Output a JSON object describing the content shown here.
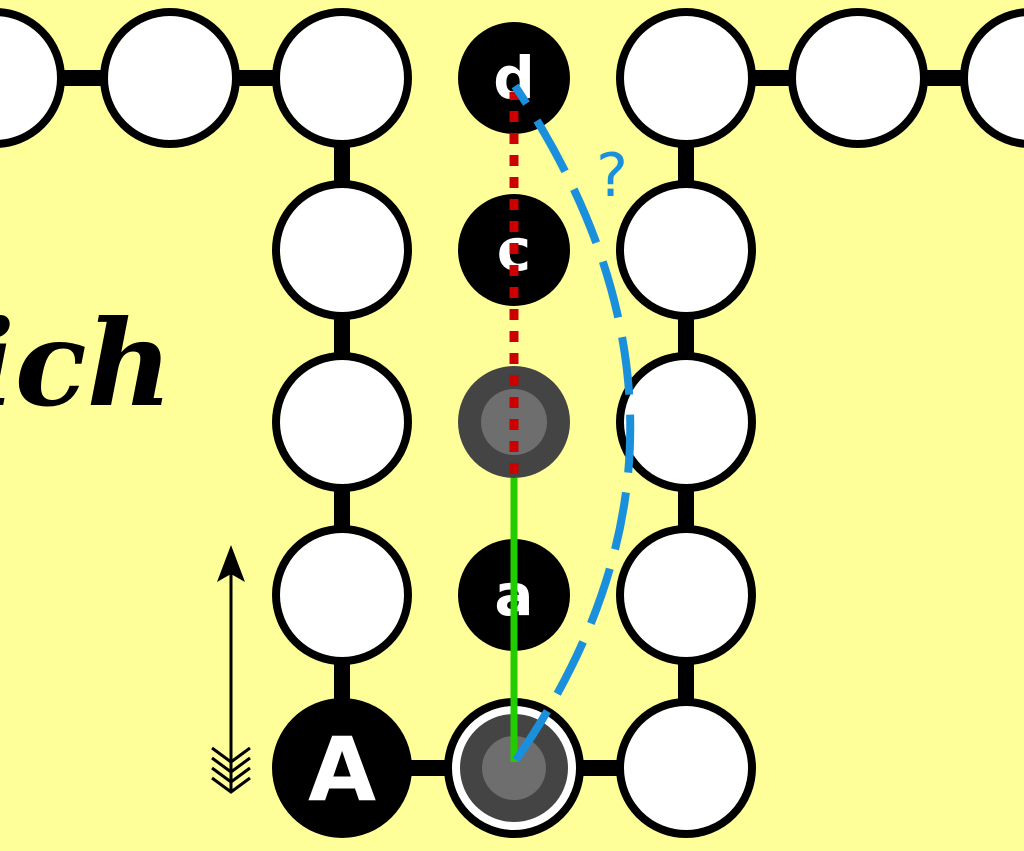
{
  "colors": {
    "background": "#ffff99",
    "stone_black": "#000000",
    "stone_white": "#ffffff",
    "piece_dark": "#444444",
    "piece_light": "#6e6e6e",
    "path_green": "#22cc00",
    "path_red_dotted": "#cc0000",
    "path_blue_dashed": "#1a8fdc"
  },
  "labels": {
    "start_stone": "A",
    "point_a": "a",
    "point_c": "c",
    "point_d": "d",
    "question_mark": "?",
    "side_text": "ich"
  },
  "icons": {
    "direction_arrow": "arrow-up-icon"
  }
}
